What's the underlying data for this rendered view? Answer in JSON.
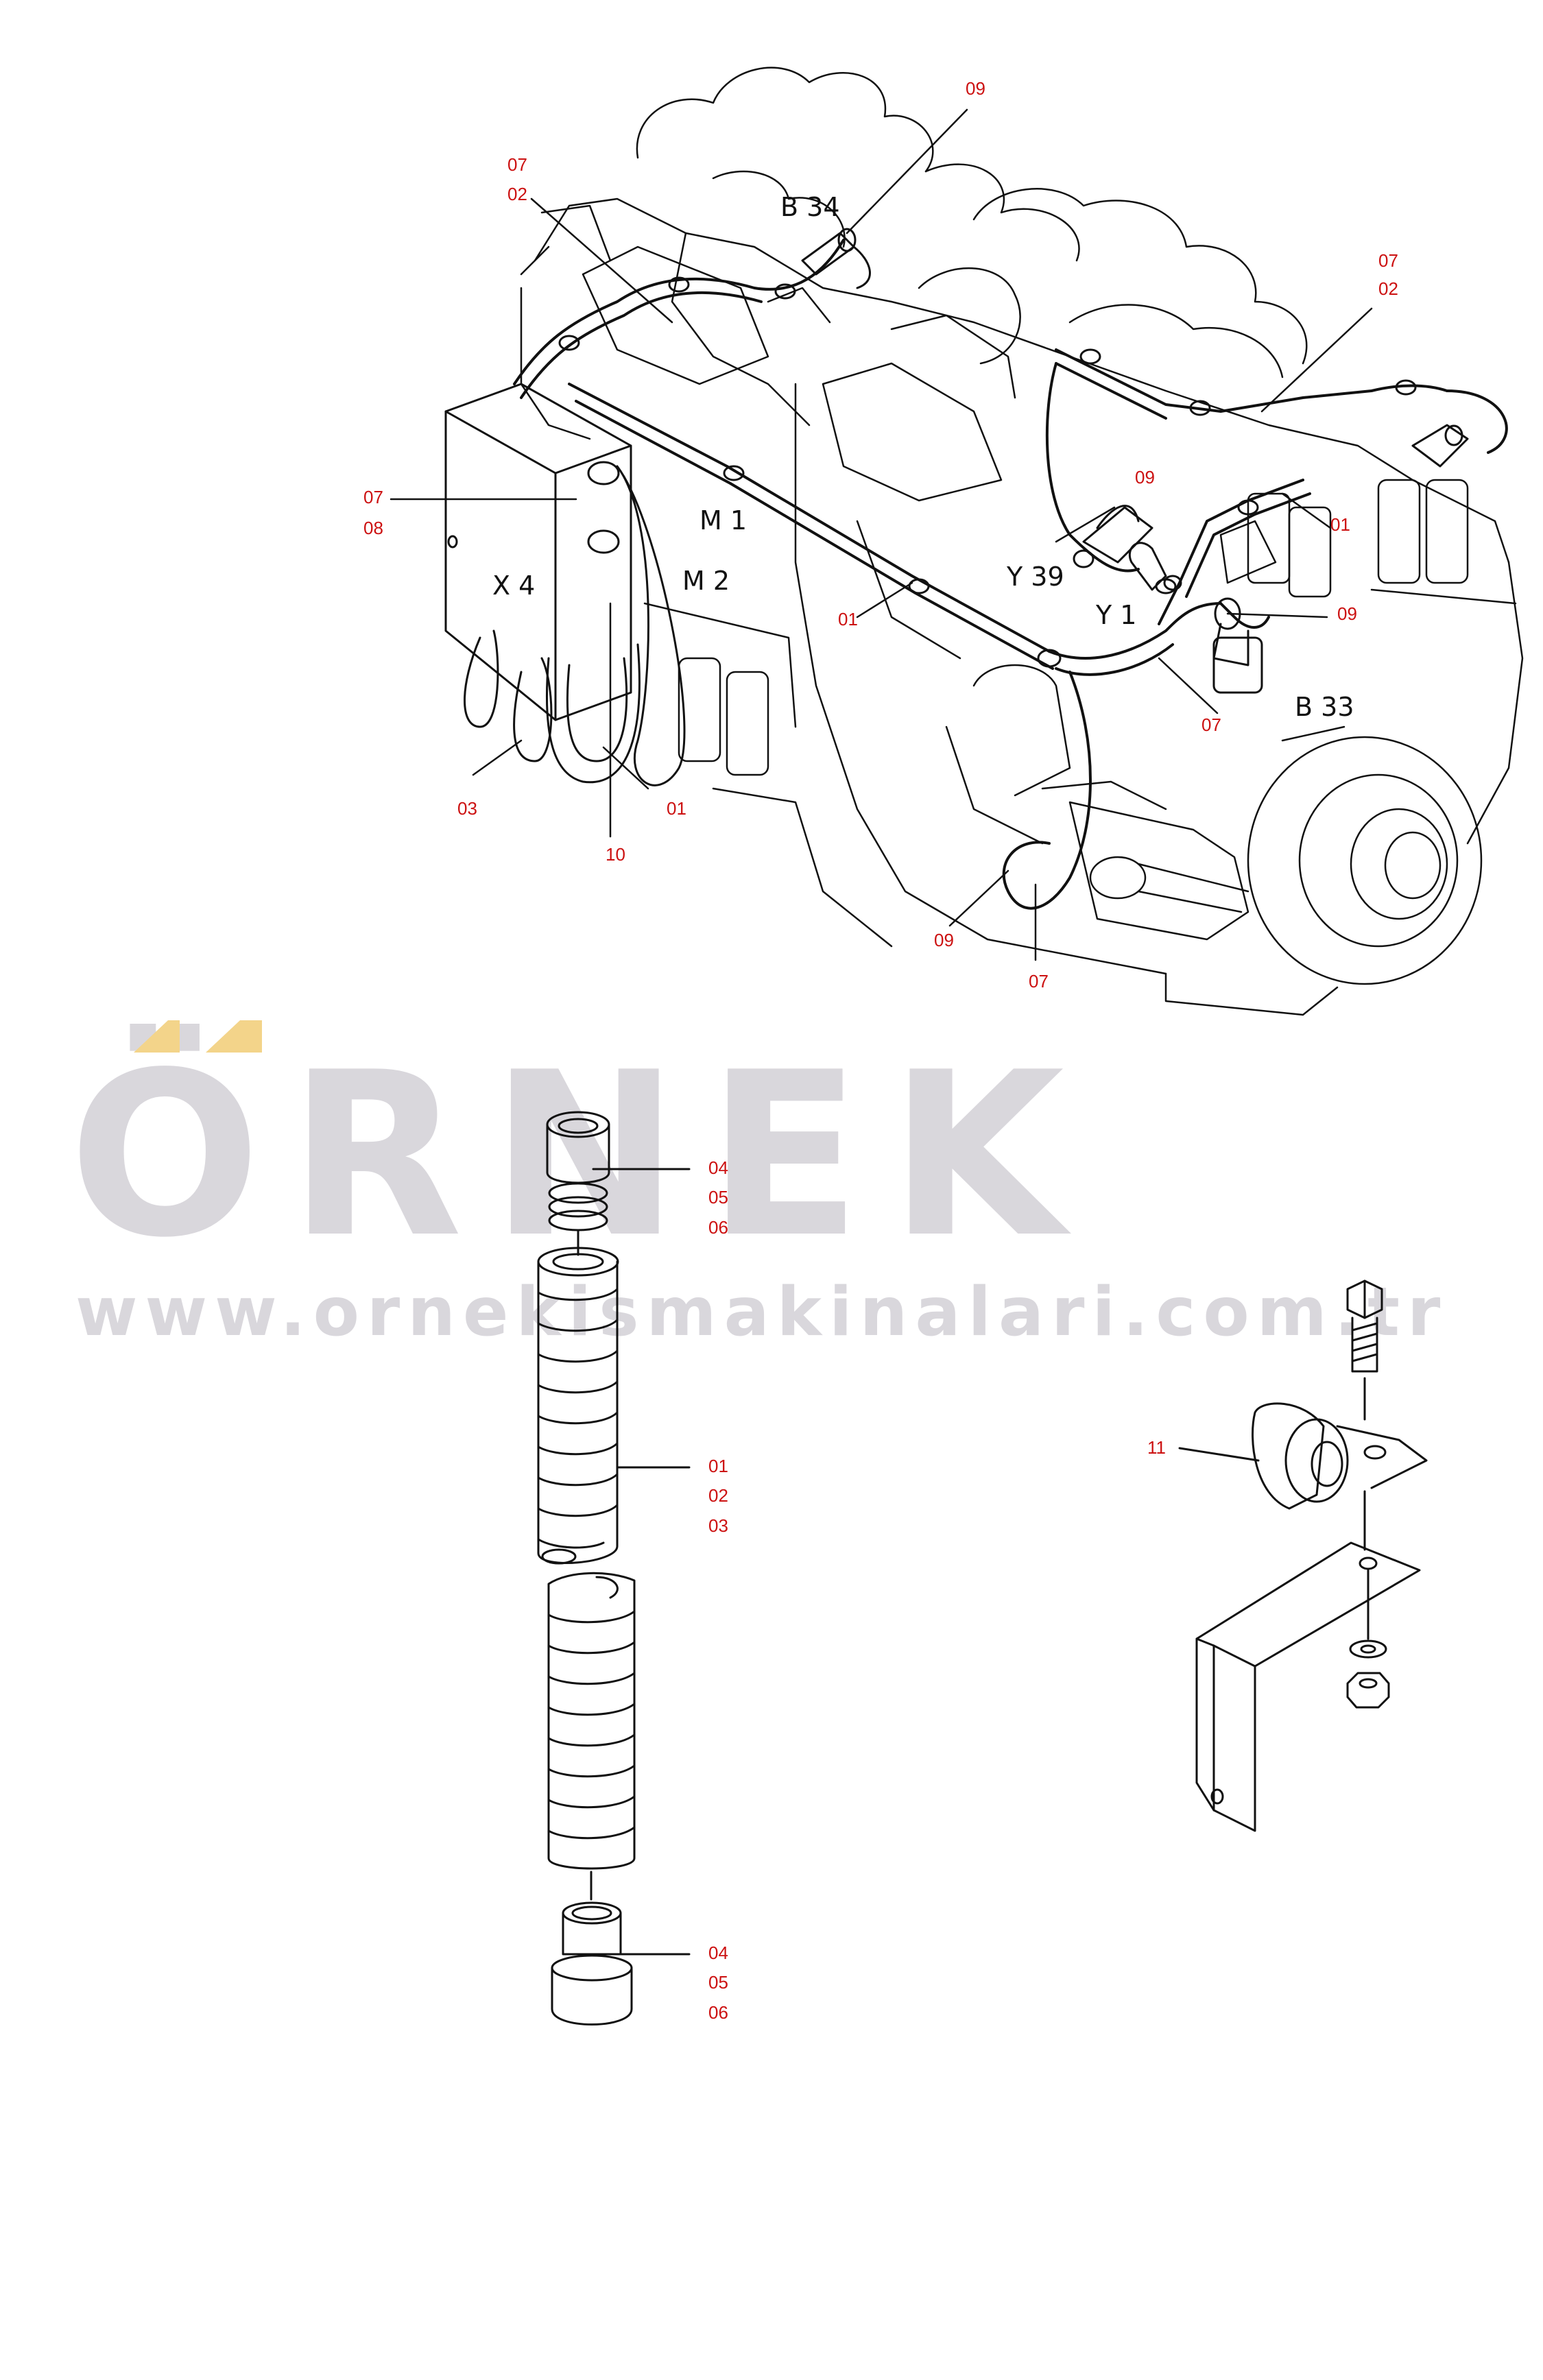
{
  "watermark": {
    "logo": "ÖRNEK",
    "url": "www.ornekismakinalari.com.tr"
  },
  "component_labels": {
    "b34": "B 34",
    "m1": "M 1",
    "m2": "M 2",
    "x4": "X 4",
    "y39": "Y 39",
    "y1": "Y 1",
    "b33": "B 33"
  },
  "callouts": {
    "c09_top": "09",
    "c07_topleft": "07",
    "c02_topleft": "02",
    "c07_topright": "07",
    "c02_topright": "02",
    "c07_left": "07",
    "c08_left": "08",
    "c09_mid": "09",
    "c01_right": "01",
    "c09_b33": "09",
    "c01_mid": "01",
    "c07_b33": "07",
    "c03_bottom": "03",
    "c01_bottom": "01",
    "c10_bottom": "10",
    "c09_sensor": "09",
    "c07_sensor": "07",
    "c04_upper": "04",
    "c05_upper": "05",
    "c06_upper": "06",
    "c01_hose": "01",
    "c02_hose": "02",
    "c03_hose": "03",
    "c11_clamp": "11",
    "c04_lower": "04",
    "c05_lower": "05",
    "c06_lower": "06"
  },
  "colors": {
    "callout": "#cc1111",
    "line": "#111111",
    "watermark": "#d9d7dc",
    "watermark_accent": "#f3d48a"
  }
}
